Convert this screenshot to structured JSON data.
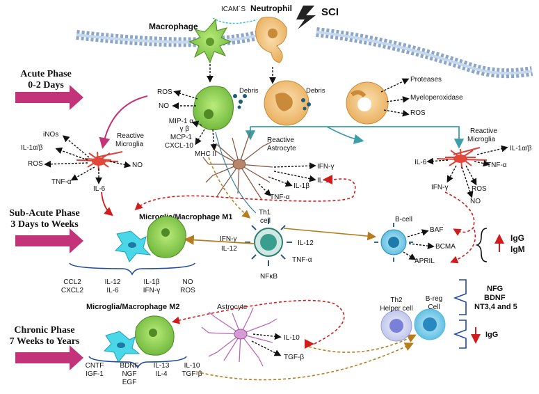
{
  "header": {
    "sci": "SCI",
    "icams": "ICAM´S",
    "neutrophil": "Neutrophil",
    "macrophage": "Macrophage"
  },
  "phases": {
    "acute": {
      "title": "Acute Phase",
      "range": "0-2 Days"
    },
    "subacute": {
      "title": "Sub-Acute Phase",
      "range": "3 Days to Weeks"
    },
    "chronic": {
      "title": "Chronic Phase",
      "range": "7 Weeks to Years"
    }
  },
  "macrophage_products": {
    "ros": "ROS",
    "no": "NO",
    "mip1": "MIP-1 α",
    "mip1b": "γ β",
    "mcp1": "MCP-1",
    "cxcl10": "CXCL-10",
    "mhc": "MHC II",
    "debris": "Debris"
  },
  "neutrophil_products": {
    "debris": "Debris",
    "proteases": "Proteases",
    "mpo": "Myeloperoxidase",
    "ros": "ROS"
  },
  "left_microglia": {
    "label1": "Reactive",
    "label2": "Microglia",
    "inos": "iNOs",
    "il1": "IL-1α/β",
    "ros": "ROS",
    "no": "NO",
    "tnf": "TNF-α",
    "il6": "IL-6"
  },
  "astrocyte": {
    "label1": "Reactive",
    "label2": "Astrocyte",
    "ifn": "IFN-γ",
    "il12": "IL-12",
    "il1b": "IL-1β",
    "tnf": "TNF-α"
  },
  "right_microglia": {
    "label1": "Reactive",
    "label2": "Microglia",
    "il1": "IL-1α/β",
    "il6": "IL-6",
    "tnf": "TNF-α",
    "ifn": "IFN-γ",
    "ros": "ROS",
    "no": "NO"
  },
  "m1": {
    "title": "Microglia/Macrophage M1",
    "c1a": "CCL2",
    "c1b": "CXCL2",
    "c2a": "IL-12",
    "c2b": "IL-6",
    "c3a": "IL-1β",
    "c3b": "IFN-γ",
    "c4a": "NO",
    "c4b": "ROS"
  },
  "th1": {
    "label1": "Th1",
    "label2": "cell",
    "ifn": "IFN-γ",
    "il12a": "IL-12",
    "il12b": "IL-12",
    "tnf": "TNF-α",
    "nfkb": "NFκB"
  },
  "bcell": {
    "label": "B-cell",
    "baf": "BAF",
    "bcma": "BCMA",
    "april": "APRIL",
    "igg": "IgG",
    "igm": "IgM"
  },
  "m2": {
    "title": "Microglia/Macrophage M2",
    "c1a": "CNTF",
    "c1b": "IGF-1",
    "c2a": "BDNF",
    "c2b": "NGF",
    "c2c": "EGF",
    "c3a": "IL-13",
    "c3b": "IL-4",
    "c4a": "IL-10",
    "c4b": "TGF-β"
  },
  "chronic_astro": {
    "label": "Astrocyte",
    "il10": "IL-10",
    "tgf": "TGF-β"
  },
  "th2": {
    "label1": "Th2",
    "label2": "Helper cell"
  },
  "breg": {
    "label1": "B-reg",
    "label2": "Cell"
  },
  "factors": {
    "f1": "NFG",
    "f2": "BDNF",
    "f3": "NT3,4 and 5",
    "igg": "IgG"
  },
  "colors": {
    "arrow": "#c2337a",
    "red": "#d01c1c",
    "gold": "#b77c1c",
    "teal": "#3a9fa6",
    "macro": "#8fd14f",
    "neutro": "#f2c27a",
    "micro": "#e2473c",
    "astro": "#8a5a44",
    "th": "#3a9e8e",
    "bcell": "#5cc8e8"
  }
}
